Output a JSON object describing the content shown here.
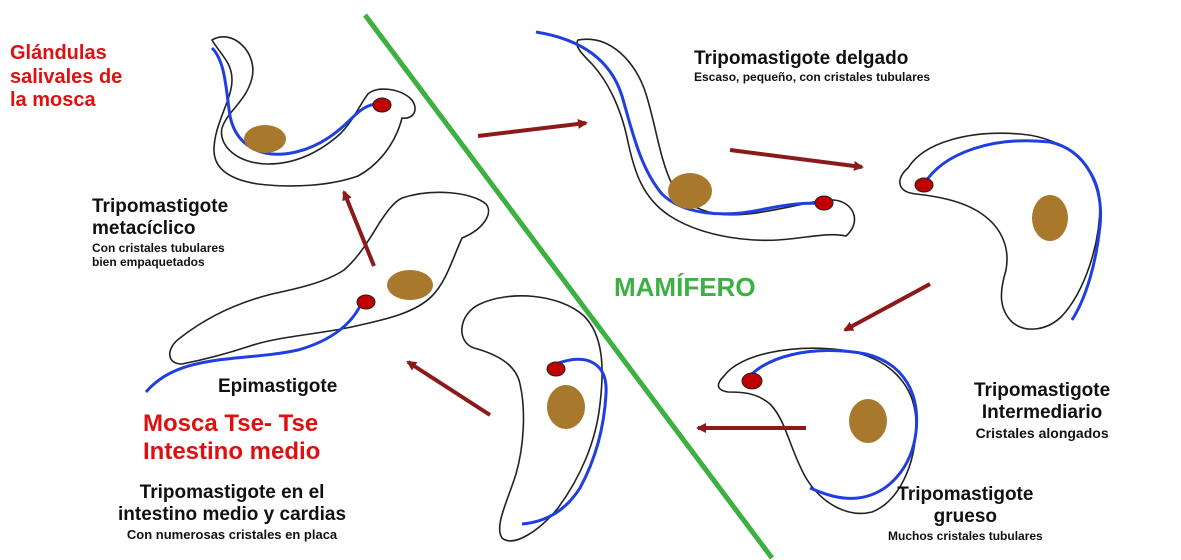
{
  "labels": {
    "salivary": {
      "line1": "Glándulas",
      "line2": "salivales de",
      "line3": "la mosca"
    },
    "metacyclic": {
      "title1": "Tripomastigote",
      "title2": "metacíclico",
      "desc1": "Con cristales  tubulares",
      "desc2": "bien empaquetados"
    },
    "epimastigote": {
      "title": "Epimastigote"
    },
    "tsetse": {
      "line1": "Mosca Tse- Tse",
      "line2": "Intestino medio"
    },
    "midgut": {
      "line1": "Tripomastigote en el",
      "line2": "intestino medio y cardias",
      "desc": "Con numerosas cristales en placa"
    },
    "slender": {
      "title": "Tripomastigote delgado",
      "desc": "Escaso, pequeño, con cristales tubulares"
    },
    "mammal": {
      "text": "MAMÍFERO"
    },
    "intermediate": {
      "title1": "Tripomastigote",
      "title2": "Intermediario",
      "desc": "Cristales alongados"
    },
    "stumpy": {
      "title1": "Tripomastigote",
      "title2": "grueso",
      "desc": "Muchos cristales tubulares"
    }
  },
  "colors": {
    "flagellum": "#1f3fe0",
    "nucleus": "#a8782c",
    "kinetoplast": "#c00000",
    "arrow": "#8b1a1a",
    "divider": "#3cb043",
    "red_text": "#e01010"
  },
  "icons": [
    "trypanosome-cell",
    "flagellum",
    "nucleus",
    "kinetoplast",
    "cycle-arrow"
  ]
}
